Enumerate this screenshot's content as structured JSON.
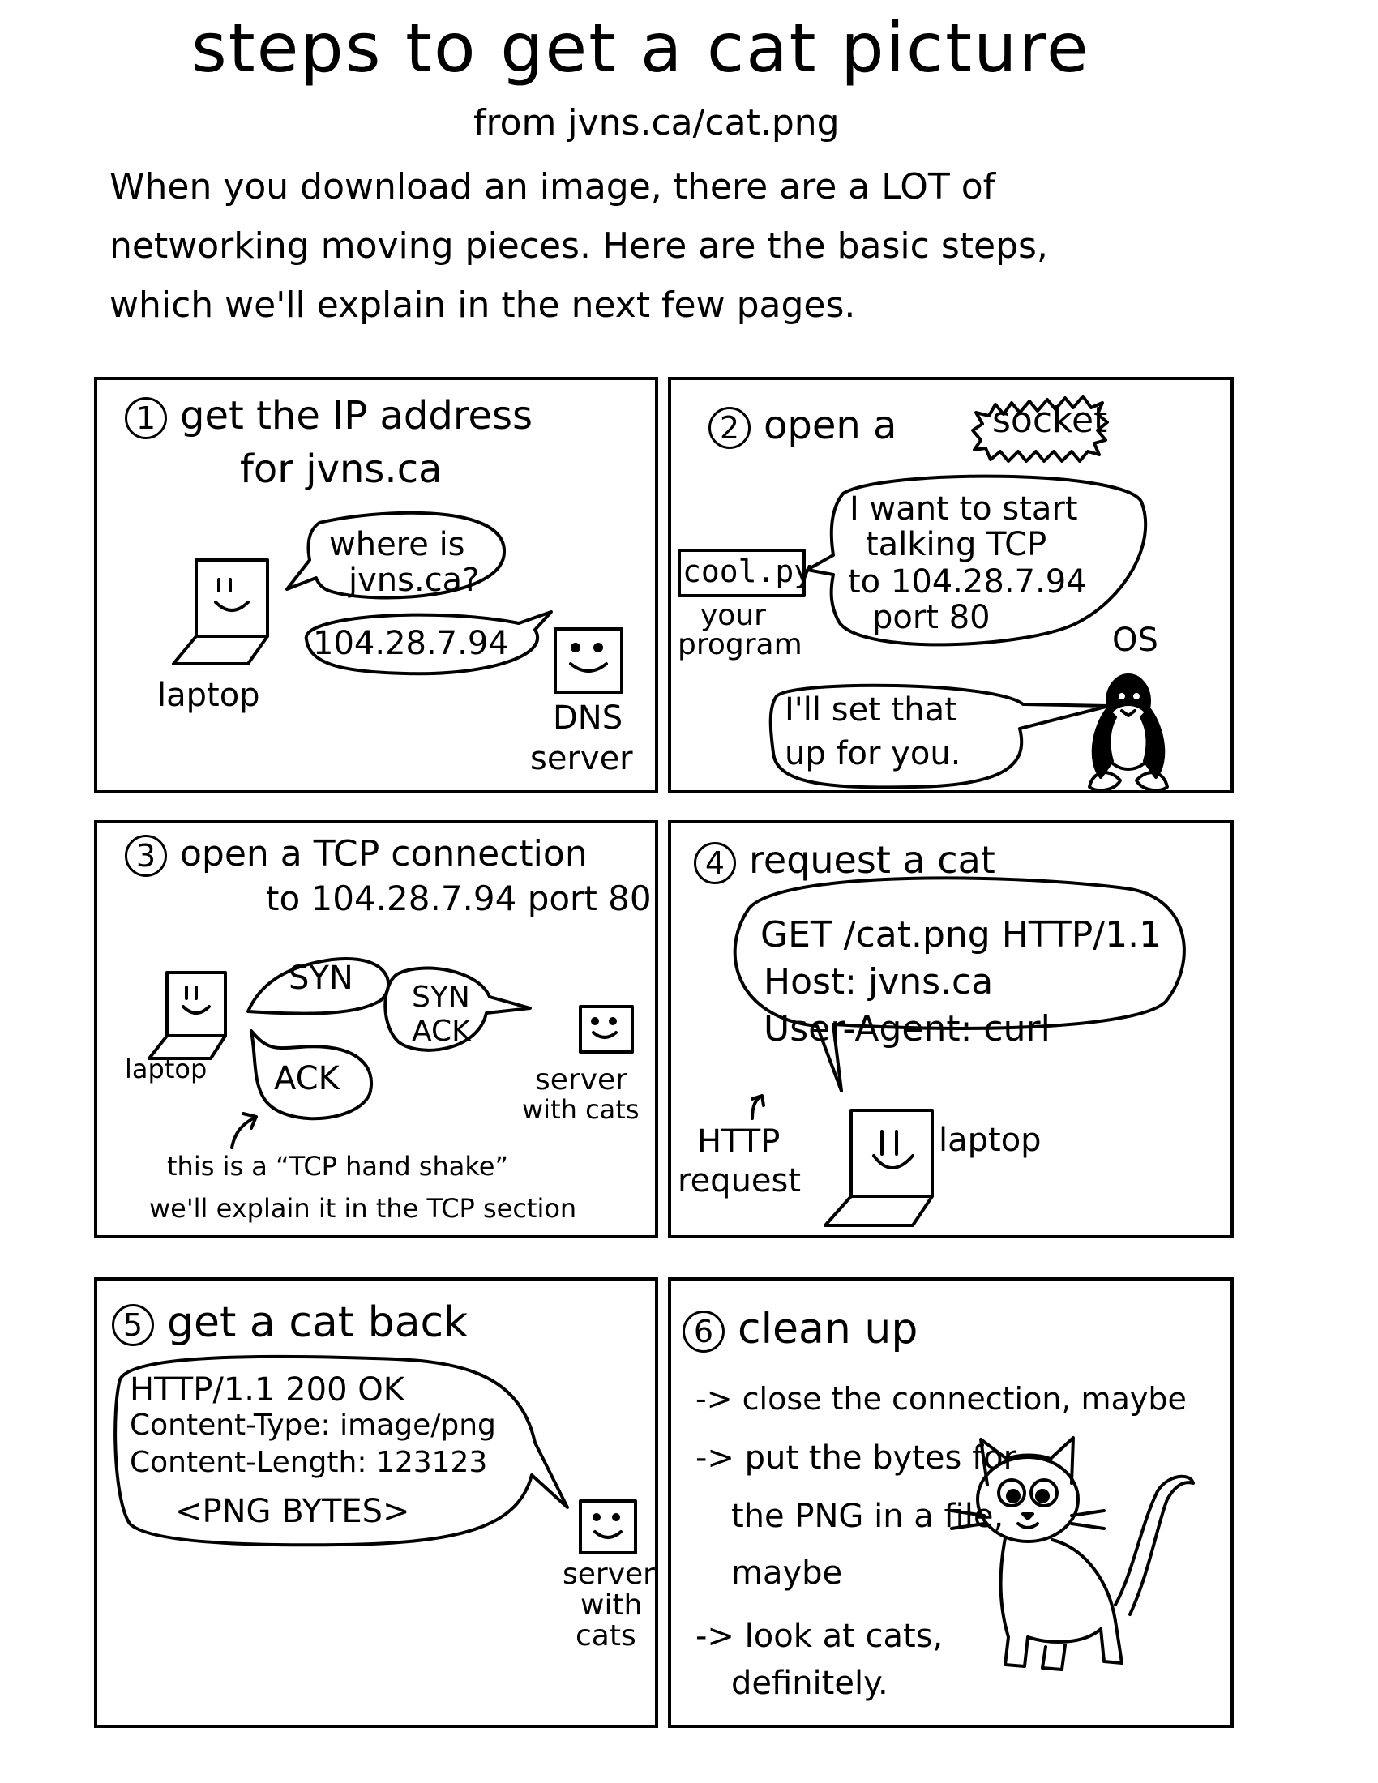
{
  "header": {
    "title": "steps to get a cat picture",
    "subtitle": "from jvns.ca/cat.png",
    "intro": "When you download an image, there are a LOT of networking moving pieces. Here are the basic steps, which we'll explain in the next few pages."
  },
  "panels": [
    {
      "number": "1",
      "title": "get the IP address",
      "title2": "for jvns.ca",
      "bubble_question": [
        "where is",
        "jvns.ca?"
      ],
      "bubble_answer": "104.28.7.94",
      "laptop_label": "laptop",
      "server_label": [
        "DNS",
        "server"
      ]
    },
    {
      "number": "2",
      "title_prefix": "open a",
      "title_word": "socket",
      "program_file": "cool.py",
      "program_label": [
        "your",
        "program"
      ],
      "bubble_program": [
        "I want to start",
        "talking TCP",
        "to 104.28.7.94",
        "port 80"
      ],
      "os_label": "OS",
      "bubble_os": [
        "I'll set that",
        "up for you."
      ]
    },
    {
      "number": "3",
      "title": "open a TCP connection",
      "title2": "to 104.28.7.94 port 80",
      "syn": "SYN",
      "synack": [
        "SYN",
        "ACK"
      ],
      "ack": "ACK",
      "laptop_label": "laptop",
      "server_label": [
        "server",
        "with cats"
      ],
      "note": [
        "this is a “TCP hand shake”",
        "we'll explain it in the TCP section"
      ]
    },
    {
      "number": "4",
      "title": "request a cat",
      "request_lines": [
        "GET /cat.png HTTP/1.1",
        "Host: jvns.ca",
        "User-Agent: curl"
      ],
      "arrow_label": [
        "HTTP",
        "request"
      ],
      "laptop_label": "laptop"
    },
    {
      "number": "5",
      "title": "get a cat back",
      "response_lines": [
        "HTTP/1.1 200 OK",
        "Content-Type: image/png",
        "Content-Length: 123123",
        "<PNG BYTES>"
      ],
      "server_label": [
        "server",
        "with",
        "cats"
      ]
    },
    {
      "number": "6",
      "title": "clean up",
      "items": [
        [
          "-> close the connection, maybe"
        ],
        [
          "-> put the bytes for",
          "the PNG in a file,",
          "maybe"
        ],
        [
          "-> look at cats,",
          "definitely."
        ]
      ]
    }
  ]
}
